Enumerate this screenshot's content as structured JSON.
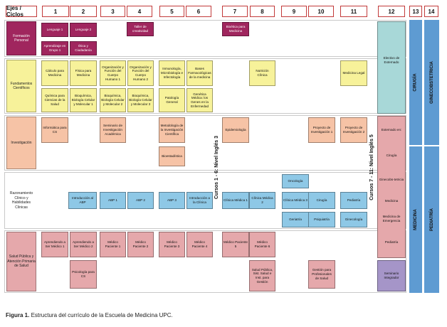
{
  "colors": {
    "maroon": "#a0265e",
    "yellow": "#f7f29a",
    "salmon": "#f6c3a6",
    "blue": "#8ec8e6",
    "pink": "#e5a8ab",
    "teal": "#a8d8d8",
    "purple": "#a595c8",
    "steel": "#5e9bd2",
    "header_border": "#c23a3a"
  },
  "header": {
    "ejes": "Ejes / Ciclos",
    "cols": [
      "1",
      "2",
      "3",
      "4",
      "5",
      "6",
      "7",
      "8",
      "9",
      "10",
      "11",
      "12",
      "13",
      "14"
    ]
  },
  "rows": {
    "formacion": "Formación Personal",
    "fundamentos": "Fundamentos Científicos",
    "investigacion": "Investigación",
    "razonamiento": "Razonamiento Clínico y Habilidades Clínicas",
    "salud": "Salud Pública y Atención Primaria de Salud"
  },
  "boxes": {
    "lenguaje1": "Lenguaje 1",
    "lenguaje2": "Lenguaje 2",
    "taller": "Taller de creatividad",
    "bioetica": "Bioética para Medicina",
    "aprendizaje_grupo": "Aprendizaje en Grupo 1",
    "etica": "Ética y Ciudadanía",
    "calculo": "Cálculo para Medicina",
    "fisica": "Física para Medicina",
    "ofch1": "Organización y Función del Cuerpo Humano 1",
    "ofch2": "Organización y Función del Cuerpo Humano 2",
    "inmuno": "Inmunología, Microbiología e Infectología",
    "bases_farma": "Bases Farmacológicas de la medicina",
    "nutricion": "Nutrición Clínica",
    "med_legal": "Medicina Legal",
    "quimica": "Química para Ciencias de la Salud",
    "bbcm1": "Bioquímica, Biología Celular y Molecular 1",
    "bbcm2": "Bioquímica, Biología Celular y Molecular 2",
    "bbcm3": "Bioquímica, Biología Celular y Molecular 3",
    "patologia": "Patología General",
    "genetica": "Genética Médica: los Genes en la Enfermedad",
    "electivo": "Electivo de Externado",
    "informatica": "Informática para CS",
    "seminario_inv": "Seminario de Investigación Académica",
    "metodologia": "Metodología de la Investigación Científica",
    "epidemiologia": "Epidemiología",
    "proyecto1": "Proyecto de Investigación 1",
    "proyecto2": "Proyecto de Investigación 2",
    "externado_en": "Externado en:",
    "bioestadistica": "Bioestadística",
    "cirugia12": "Cirugía",
    "ginecob12": "Ginecobs-tetricia",
    "intro_abp": "Introducción al ABP",
    "abp1": "ABP 1",
    "abp2": "ABP 2",
    "abp3": "ABP 3",
    "intro_clinica": "Introducción a la Clínica",
    "clinica1": "Clínica Médica 1",
    "clinica2": "Clínica Médica 2",
    "oncologia": "Oncología",
    "clinica3": "Clínica Médica 3",
    "cirugia10": "Cirugía",
    "pediatria11": "Pediatría",
    "medicina12": "Medicina",
    "emergencia": "Medicina de Emergencia",
    "geriatria": "Geriatría",
    "psiquiatria": "Psiquiatría",
    "ginecologia": "Ginecología",
    "pediatria12": "Pediatría",
    "aprender_smed1": "Aprendiendo a Ser Médico 1",
    "aprender_smed2": "Aprendiendo a Ser Médico 2",
    "medico1": "Médico Paciente 1",
    "medico2": "Médico Paciente 2",
    "medico3": "Médico Paciente 3",
    "medico4": "Médico Paciente 4",
    "medico5": "Médico Paciente 5",
    "medico6": "Médico Paciente 6",
    "psicologia": "Psicología para CS",
    "salud_publica": "Salud Pública, Sist. Salud e Inst. para Gestión",
    "gestion": "Gestión para Profesionales de Salud",
    "seminario_int": "Seminario Integrador"
  },
  "vertical": {
    "cursos_1_6": "Cursos 1 - 6: Nivel Inglés 3",
    "cursos_7_11": "Cursos 7 - 11: Nivel Inglés 5",
    "cirugia": "CIRUGÍA",
    "ginecobstetricia": "GINECOBSTETRICIA",
    "medicina": "MEDICINA",
    "pediatria": "PEDIATRÍA"
  },
  "caption": {
    "label": "Figura 1.",
    "text": " Estructura del currículo de la Escuela de Medicina UPC."
  }
}
